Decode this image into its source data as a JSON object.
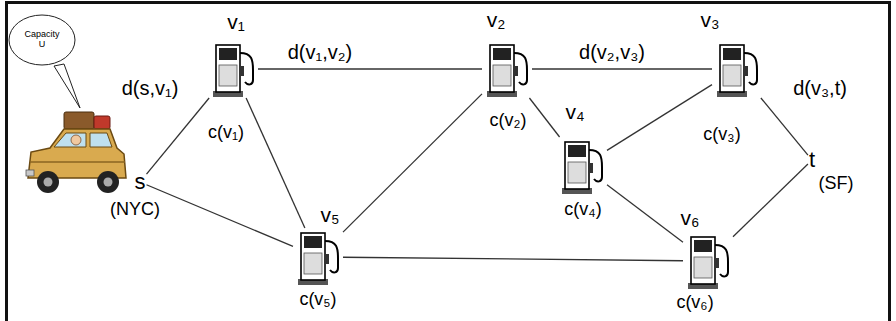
{
  "diagram": {
    "nodes": [
      {
        "text": [
          "Capacity U"
        ]
      },
      {
        "text": [
          "s",
          "(NYC)"
        ]
      },
      {
        "text": [
          "v₁",
          "c(v₁)"
        ]
      },
      {
        "text": [
          "v₂",
          "c(v₂)"
        ]
      },
      {
        "text": [
          "v₃",
          "c(v₃)"
        ]
      },
      {
        "text": [
          "v₄",
          "c(v₄)"
        ]
      },
      {
        "text": [
          "v₅",
          "c(v₅)"
        ]
      },
      {
        "text": [
          "v₆",
          "c(v₆)"
        ]
      },
      {
        "text": [
          "t",
          "(SF)"
        ]
      }
    ],
    "edges": [
      {
        "from": 1,
        "to": 2,
        "arrow": "none",
        "label": "d(s,v₁)"
      },
      {
        "from": 2,
        "to": 3,
        "arrow": "none",
        "label": "d(v₁,v₂)"
      },
      {
        "from": 3,
        "to": 4,
        "arrow": "none",
        "label": "d(v₂,v₃)"
      },
      {
        "from": 4,
        "to": 8,
        "arrow": "none",
        "label": "d(v₃,t)"
      },
      {
        "from": 1,
        "to": 6,
        "arrow": "none"
      },
      {
        "from": 2,
        "to": 6,
        "arrow": "none"
      },
      {
        "from": 6,
        "to": 3,
        "arrow": "none"
      },
      {
        "from": 3,
        "to": 5,
        "arrow": "none"
      },
      {
        "from": 5,
        "to": 4,
        "arrow": "none"
      },
      {
        "from": 5,
        "to": 7,
        "arrow": "none"
      },
      {
        "from": 6,
        "to": 7,
        "arrow": "none"
      },
      {
        "from": 7,
        "to": 8,
        "arrow": "none"
      }
    ]
  }
}
